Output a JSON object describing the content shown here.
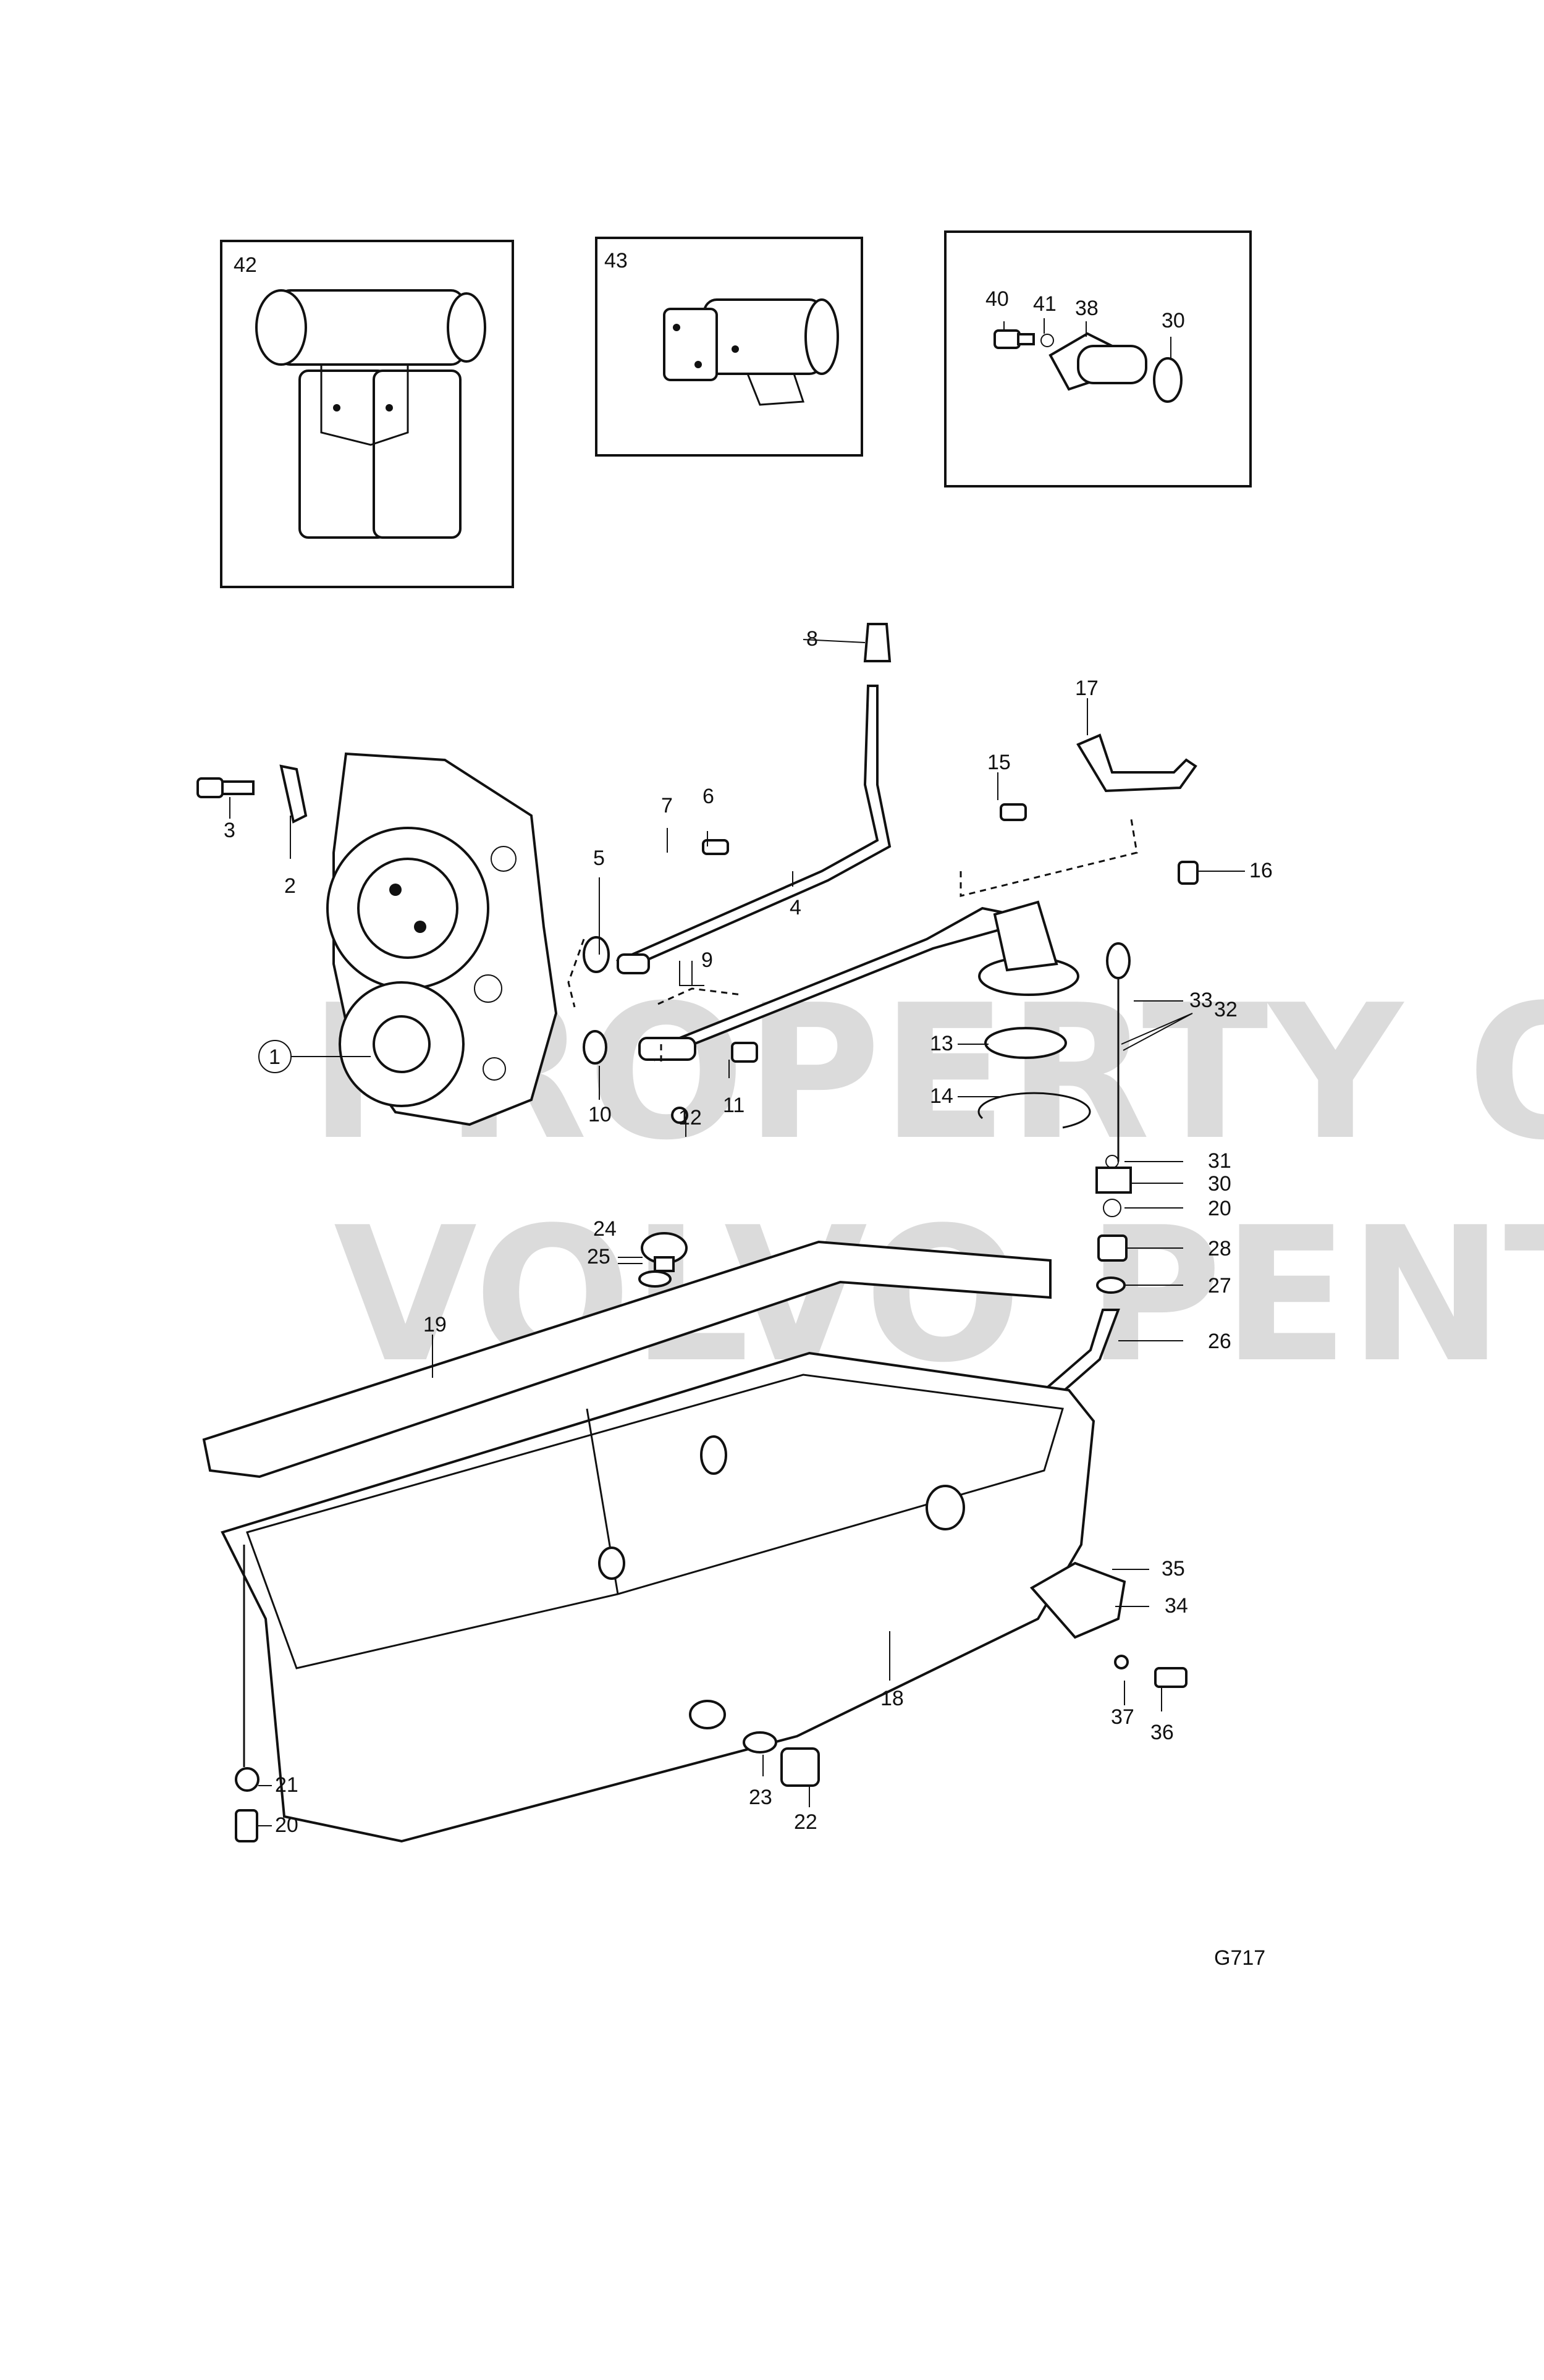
{
  "diagram": {
    "figure_code": "G717",
    "watermark": [
      "PROPERTY OF",
      "VOLVO PENTA"
    ],
    "inset_labels": [
      "42",
      "43"
    ],
    "callouts": [
      "1",
      "2",
      "3",
      "4",
      "5",
      "6",
      "7",
      "8",
      "9",
      "10",
      "11",
      "12",
      "13",
      "14",
      "15",
      "16",
      "17",
      "18",
      "19",
      "20",
      "21",
      "22",
      "23",
      "24",
      "25",
      "26",
      "27",
      "28",
      "30",
      "31",
      "32",
      "33",
      "34",
      "35",
      "36",
      "37"
    ],
    "inset3_callouts": [
      "40",
      "41",
      "38",
      "30"
    ],
    "secondary_callouts": [
      "20"
    ]
  }
}
